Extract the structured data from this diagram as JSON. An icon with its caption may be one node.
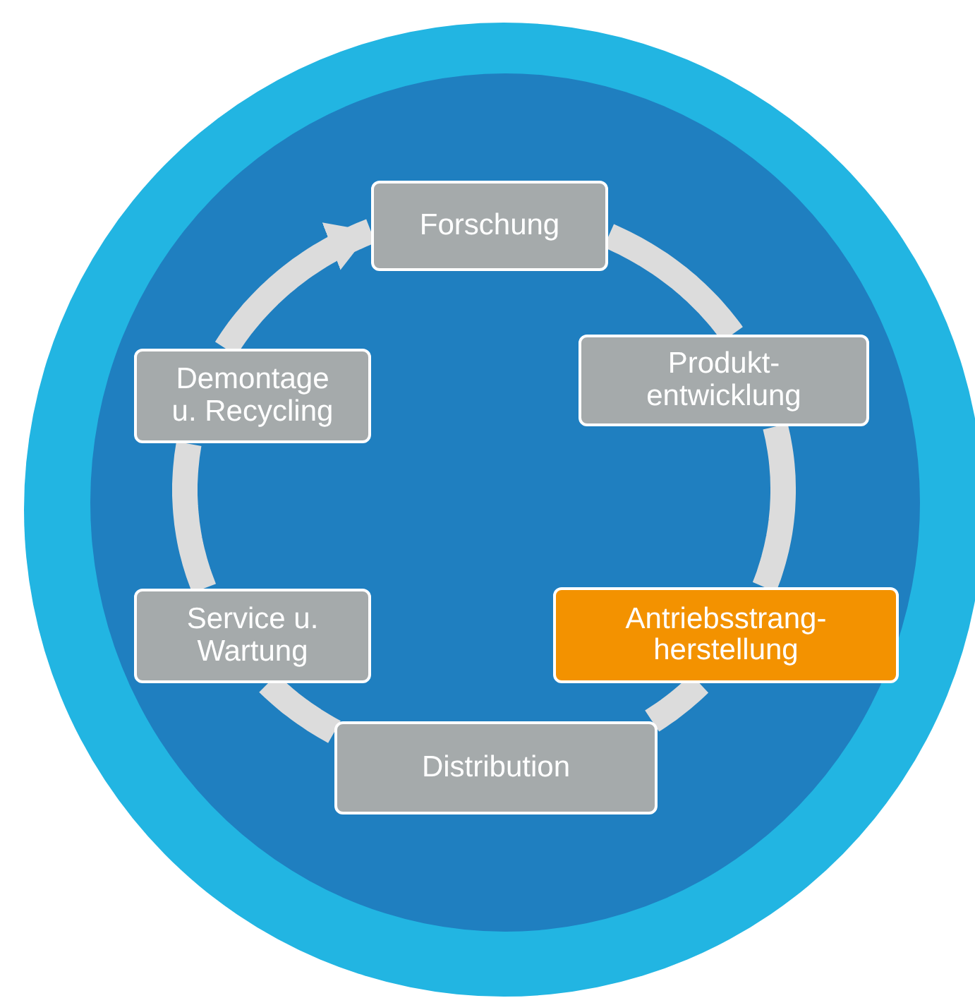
{
  "diagram": {
    "nodes": [
      {
        "text": [],
        "shape": "circle"
      },
      {
        "text": [],
        "shape": "circle",
        "in": 0
      },
      {
        "text": [
          "Forschung"
        ],
        "in": 1
      },
      {
        "text": [
          "Produkt- entwicklung"
        ],
        "in": 1
      },
      {
        "text": [
          "Antriebsstrang- herstellung"
        ],
        "in": 1
      },
      {
        "text": [
          "Distribution"
        ],
        "in": 1
      },
      {
        "text": [
          "Service u. Wartung"
        ],
        "in": 1
      },
      {
        "text": [
          "Demontage u. Recycling"
        ],
        "in": 1
      }
    ],
    "edges": [
      {
        "from": 2,
        "to": 3,
        "arrow": "none"
      },
      {
        "from": 3,
        "to": 4,
        "arrow": "none"
      },
      {
        "from": 4,
        "to": 5,
        "arrow": "none"
      },
      {
        "from": 5,
        "to": 6,
        "arrow": "none"
      },
      {
        "from": 6,
        "to": 7,
        "arrow": "none"
      },
      {
        "from": 7,
        "to": 2,
        "arrow": "to"
      }
    ]
  }
}
